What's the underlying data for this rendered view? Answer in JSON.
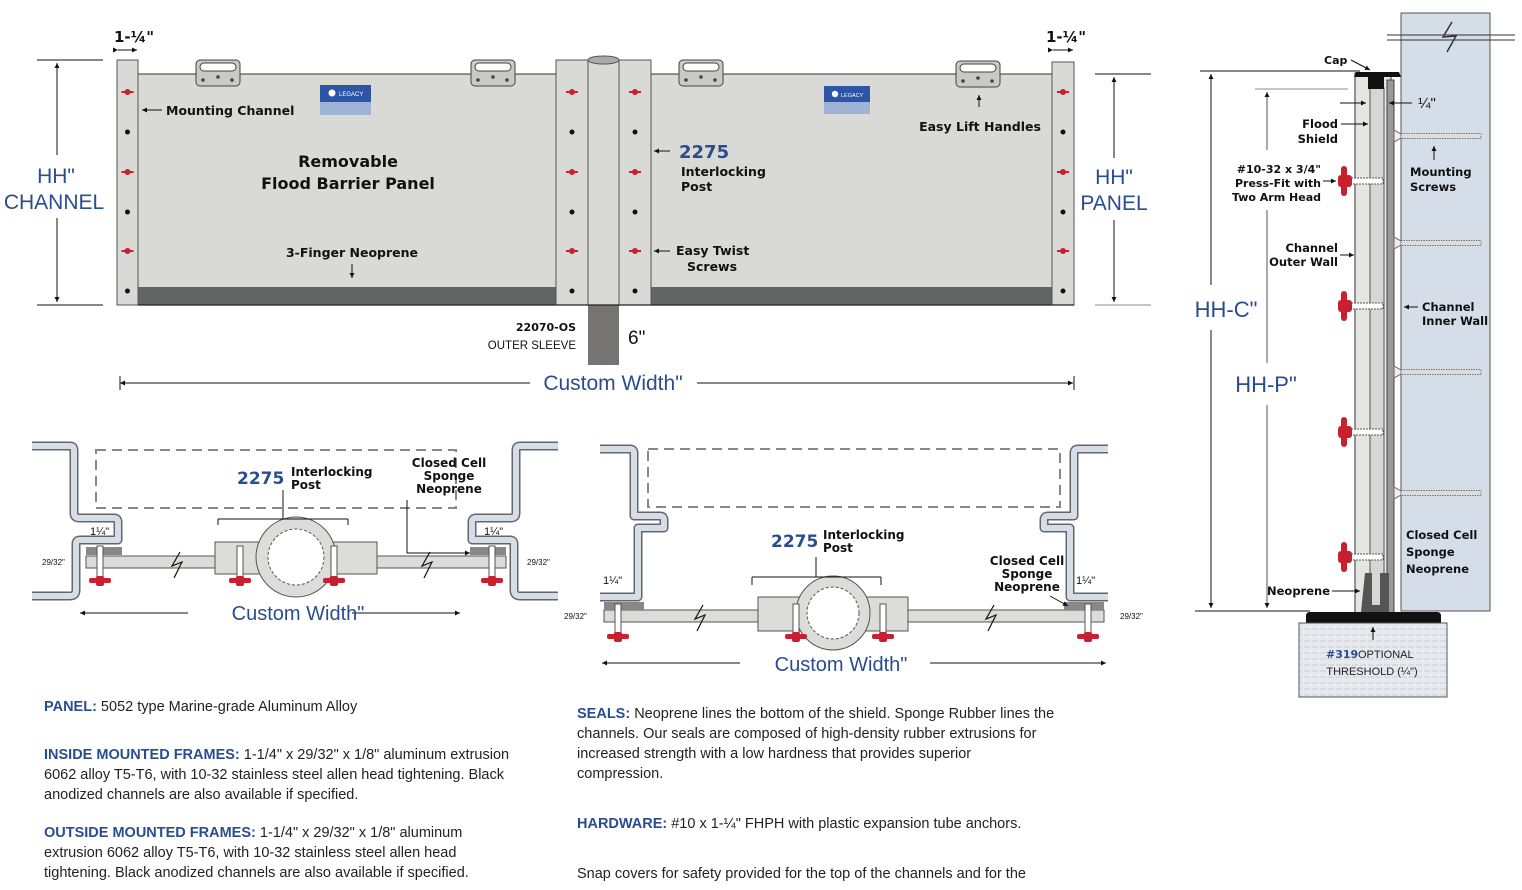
{
  "elevation": {
    "channel_width_left": "1-¼\"",
    "channel_width_right": "1-¼\"",
    "hh_channel_line1": "HH\"",
    "hh_channel_line2": "CHANNEL",
    "hh_panel_line1": "HH\"",
    "hh_panel_line2": "PANEL",
    "mounting_channel": "Mounting Channel",
    "panel_title_line1": "Removable",
    "panel_title_line2": "Flood Barrier Panel",
    "neoprene_label": "3-Finger Neoprene",
    "post_number": "2275",
    "post_label_line1": "Interlocking",
    "post_label_line2": "Post",
    "twist_line1": "Easy Twist",
    "twist_line2": "Screws",
    "handles_label": "Easy Lift Handles",
    "sleeve_code": "22070-OS",
    "sleeve_label": "OUTER SLEEVE",
    "sleeve_depth": "6\"",
    "custom_width": "Custom Width\"",
    "logo_text": "LEGACY"
  },
  "section_view": {
    "cap": "Cap",
    "gap": "¼\"",
    "flood_shield_line1": "Flood",
    "flood_shield_line2": "Shield",
    "screw_line1": "#10-32 x 3/4\"",
    "screw_line2": "Press-Fit with",
    "screw_line3": "Two Arm Head",
    "mounting_screws_line1": "Mounting",
    "mounting_screws_line2": "Screws",
    "outer_wall_line1": "Channel",
    "outer_wall_line2": "Outer Wall",
    "inner_wall_line1": "Channel",
    "inner_wall_line2": "Inner Wall",
    "hh_c": "HH-C\"",
    "hh_p": "HH-P\"",
    "sponge_line1": "Closed Cell",
    "sponge_line2": "Sponge",
    "sponge_line3": "Neoprene",
    "neoprene": "Neoprene",
    "threshold_number": "#319",
    "threshold_line1": "OPTIONAL",
    "threshold_line2": "THRESHOLD (¼\")"
  },
  "plan_inside": {
    "post_number": "2275",
    "post_line1": "Interlocking",
    "post_line2": "Post",
    "sponge_line1": "Closed Cell",
    "sponge_line2": "Sponge",
    "sponge_line3": "Neoprene",
    "width_left": "1¼\"",
    "width_right": "1¼\"",
    "depth_left": "29/32\"",
    "depth_right": "29/32\"",
    "custom_width": "Custom Width\""
  },
  "plan_outside": {
    "post_number": "2275",
    "post_line1": "Interlocking",
    "post_line2": "Post",
    "sponge_line1": "Closed Cell",
    "sponge_line2": "Sponge",
    "sponge_line3": "Neoprene",
    "width_left": "1¼\"",
    "width_right": "1¼\"",
    "depth_left": "29/32\"",
    "depth_right": "29/32\"",
    "custom_width": "Custom Width\""
  },
  "specs": {
    "panel_label": "PANEL:",
    "panel_text": " 5052 type Marine-grade Aluminum Alloy",
    "inside_label": "INSIDE MOUNTED FRAMES:",
    "inside_text": " 1-1/4\" x 29/32\" x 1/8\" aluminum extrusion 6062 alloy T5-T6, with 10-32 stainless steel allen head tightening. Black anodized channels are also available if specified.",
    "outside_label": "OUTSIDE MOUNTED FRAMES:",
    "outside_text": " 1-1/4\" x 29/32\" x 1/8\" aluminum extrusion 6062 alloy T5-T6, with 10-32 stainless steel allen head tightening. Black anodized channels are also available if specified.",
    "seals_label": "SEALS:",
    "seals_text": " Neoprene lines the bottom of the shield. Sponge Rubber lines the channels.  Our seals are composed of high-density rubber extrusions for increased strength with a low hardness that provides superior compression.",
    "hardware_label": "HARDWARE:",
    "hardware_text": " #10 x 1-¼\" FHPH with plastic expansion tube anchors.",
    "snap_text": "Snap covers for safety provided for the top of the channels and for the"
  },
  "colors": {
    "accent_blue": "#2a4d8f",
    "panel_gray": "#d9d9d6",
    "neoprene_dark": "#636466",
    "screw_red": "#c8202e",
    "wall_blue": "#d5dde8"
  }
}
